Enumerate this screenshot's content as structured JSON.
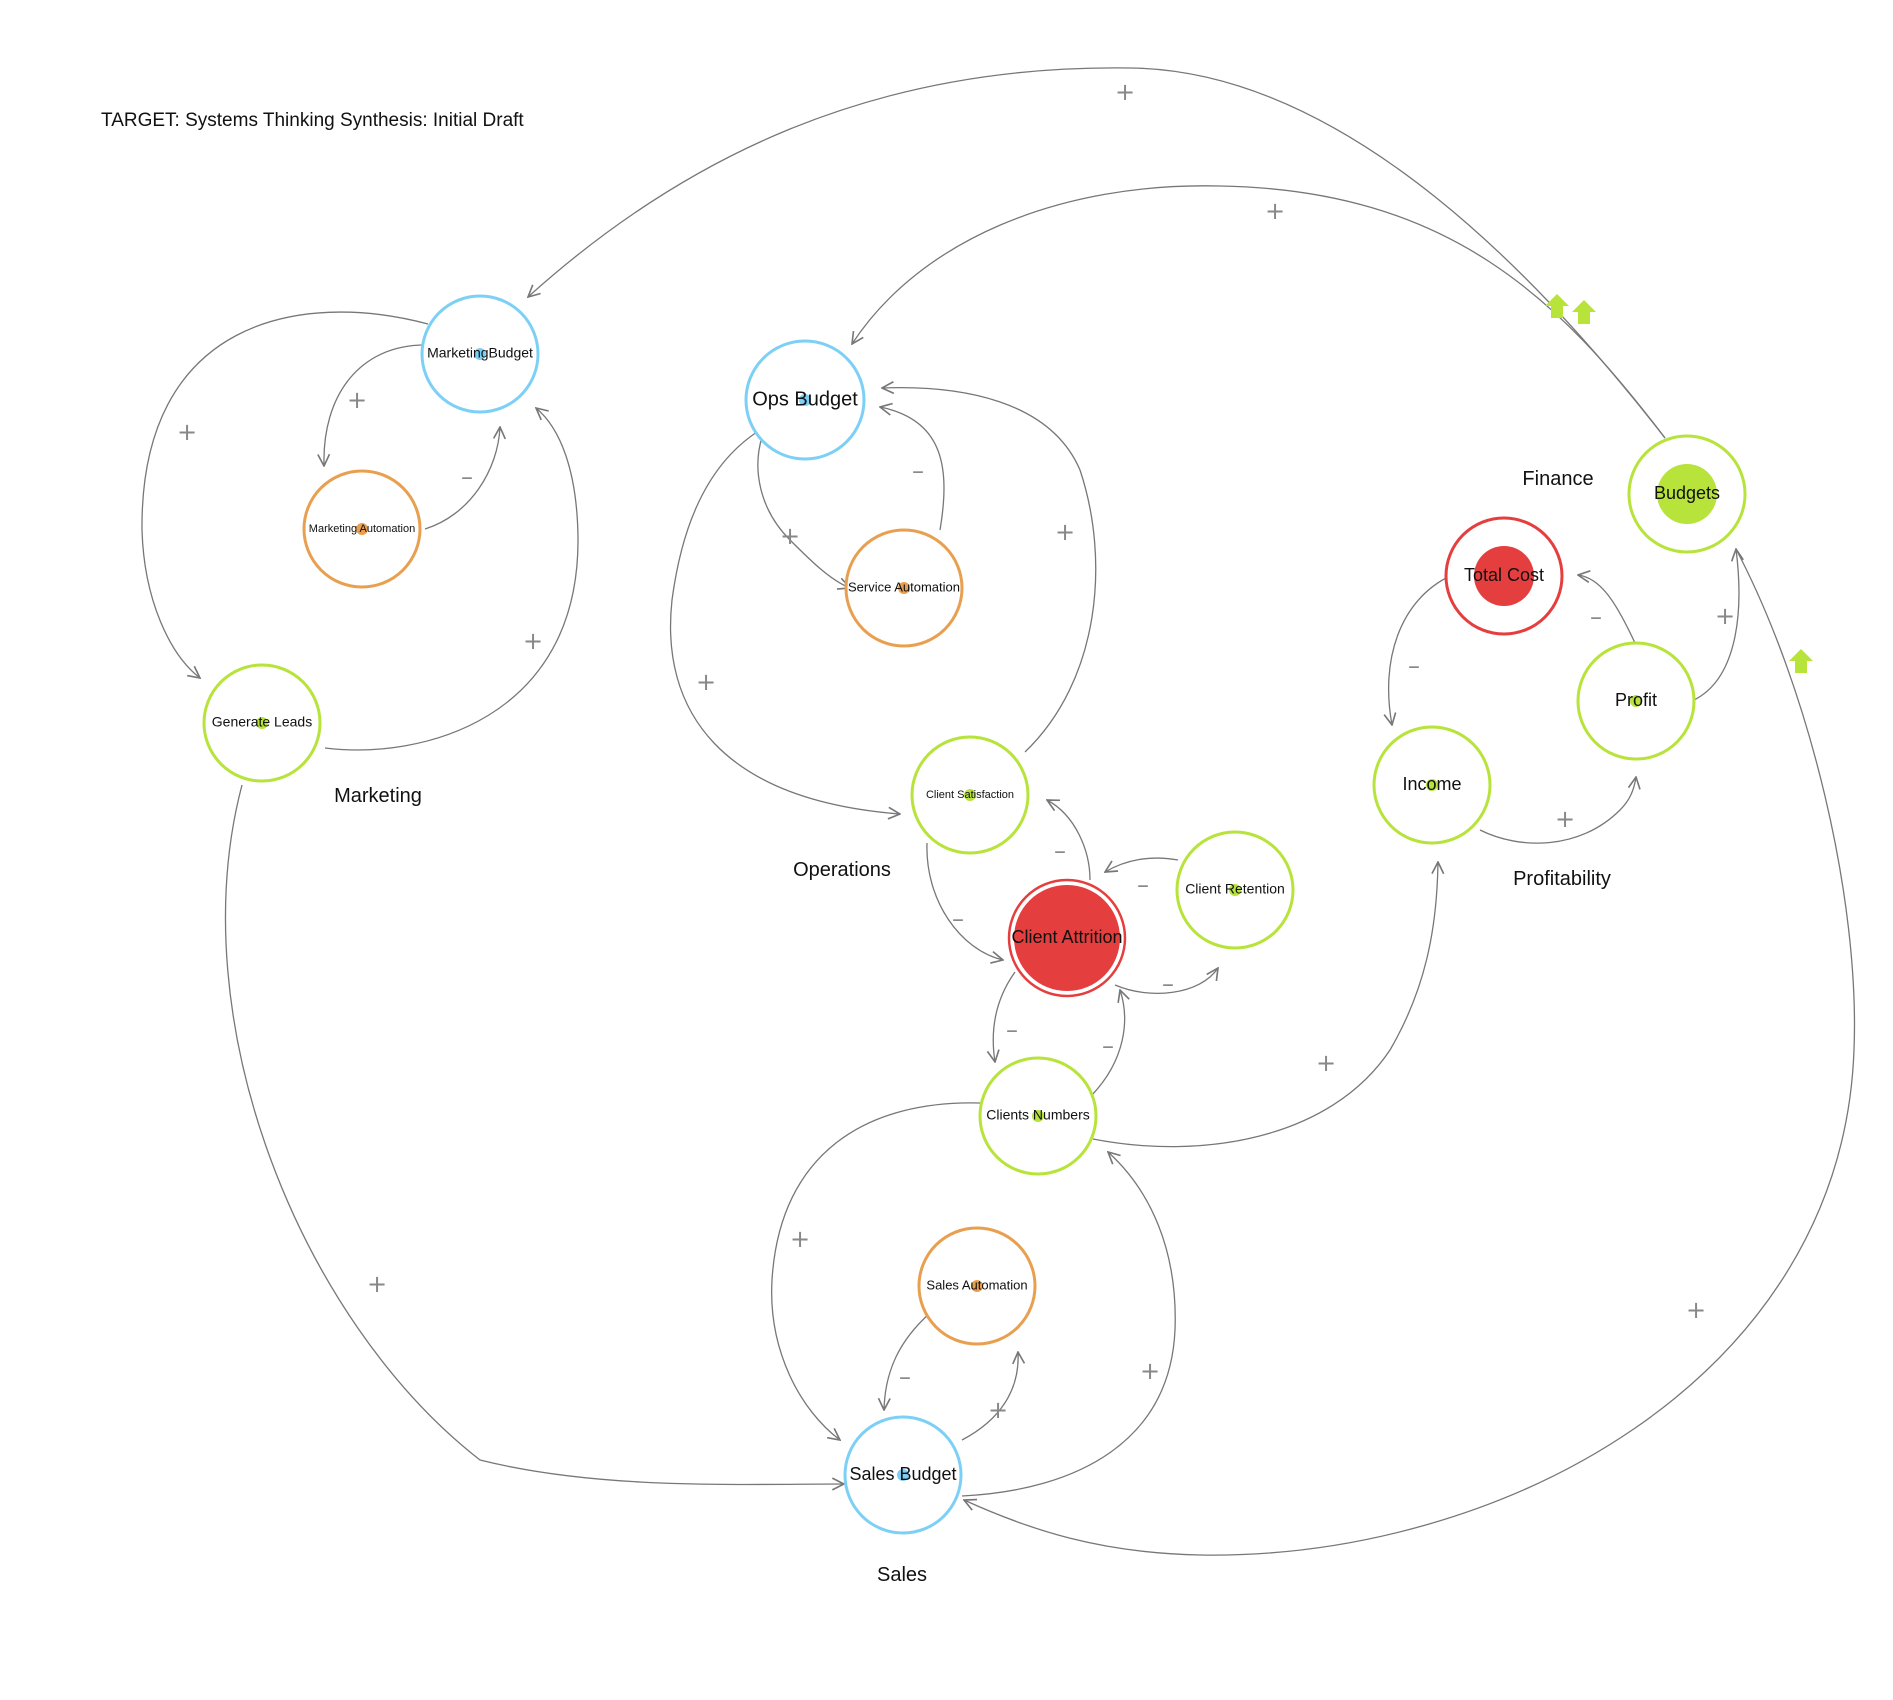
{
  "title": "TARGET: Systems Thinking Synthesis: Initial Draft",
  "colors": {
    "green": "#b7e33b",
    "blue": "#7dd0f5",
    "orange": "#e8a050",
    "red": "#e53e3e",
    "link": "#777777"
  },
  "groups": [
    {
      "id": "marketing",
      "label": "Marketing"
    },
    {
      "id": "operations",
      "label": "Operations"
    },
    {
      "id": "finance",
      "label": "Finance"
    },
    {
      "id": "profitability",
      "label": "Profitability"
    },
    {
      "id": "sales",
      "label": "Sales"
    }
  ],
  "nodes": [
    {
      "id": "marketing-budget",
      "label": "MarketingBudget",
      "color": "blue",
      "style": "ring",
      "size": "small"
    },
    {
      "id": "marketing-automation",
      "label": "Marketing Automation",
      "color": "orange",
      "style": "ring",
      "size": "tiny"
    },
    {
      "id": "generate-leads",
      "label": "Generate Leads",
      "color": "green",
      "style": "ring",
      "size": "small"
    },
    {
      "id": "ops-budget",
      "label": "Ops Budget",
      "color": "blue",
      "style": "ring",
      "size": "large"
    },
    {
      "id": "service-automation",
      "label": "Service Automation",
      "color": "orange",
      "style": "ring",
      "size": "tiny"
    },
    {
      "id": "client-satisfaction",
      "label": "Client Satisfaction",
      "color": "green",
      "style": "ring",
      "size": "tiny"
    },
    {
      "id": "client-attrition",
      "label": "Client Attrition",
      "color": "red",
      "style": "filled",
      "size": "medium"
    },
    {
      "id": "client-retention",
      "label": "Client Retention",
      "color": "green",
      "style": "ring",
      "size": "small"
    },
    {
      "id": "clients-numbers",
      "label": "Clients Numbers",
      "color": "green",
      "style": "ring",
      "size": "small"
    },
    {
      "id": "sales-automation",
      "label": "Sales Automation",
      "color": "orange",
      "style": "ring",
      "size": "tiny"
    },
    {
      "id": "sales-budget",
      "label": "Sales Budget",
      "color": "blue",
      "style": "ring",
      "size": "medium"
    },
    {
      "id": "budgets",
      "label": "Budgets",
      "color": "green",
      "style": "ring-dot",
      "size": "medium"
    },
    {
      "id": "total-cost",
      "label": "Total Cost",
      "color": "red",
      "style": "ring-dot",
      "size": "medium"
    },
    {
      "id": "profit",
      "label": "Profit",
      "color": "green",
      "style": "ring",
      "size": "medium"
    },
    {
      "id": "income",
      "label": "Income",
      "color": "green",
      "style": "ring",
      "size": "medium"
    }
  ],
  "links": [
    {
      "from": "marketing-budget",
      "to": "marketing-automation",
      "polarity": "+"
    },
    {
      "from": "marketing-automation",
      "to": "marketing-budget",
      "polarity": "–"
    },
    {
      "from": "marketing-budget",
      "to": "generate-leads",
      "polarity": "+"
    },
    {
      "from": "generate-leads",
      "to": "marketing-budget",
      "polarity": "+"
    },
    {
      "from": "generate-leads",
      "to": "sales-budget",
      "polarity": "+"
    },
    {
      "from": "budgets",
      "to": "marketing-budget",
      "polarity": "+"
    },
    {
      "from": "budgets",
      "to": "ops-budget",
      "polarity": "+"
    },
    {
      "from": "ops-budget",
      "to": "service-automation",
      "polarity": "+"
    },
    {
      "from": "service-automation",
      "to": "ops-budget",
      "polarity": "–"
    },
    {
      "from": "ops-budget",
      "to": "client-satisfaction",
      "polarity": "+"
    },
    {
      "from": "client-satisfaction",
      "to": "ops-budget",
      "polarity": "+"
    },
    {
      "from": "client-satisfaction",
      "to": "client-attrition",
      "polarity": "–"
    },
    {
      "from": "client-attrition",
      "to": "client-satisfaction",
      "polarity": "–"
    },
    {
      "from": "client-retention",
      "to": "client-attrition",
      "polarity": "–"
    },
    {
      "from": "client-attrition",
      "to": "client-retention",
      "polarity": "–"
    },
    {
      "from": "client-attrition",
      "to": "clients-numbers",
      "polarity": "–"
    },
    {
      "from": "clients-numbers",
      "to": "client-attrition",
      "polarity": "–"
    },
    {
      "from": "clients-numbers",
      "to": "sales-budget",
      "polarity": "+"
    },
    {
      "from": "sales-budget",
      "to": "clients-numbers",
      "polarity": "+"
    },
    {
      "from": "sales-automation",
      "to": "sales-budget",
      "polarity": "–"
    },
    {
      "from": "sales-budget",
      "to": "sales-automation",
      "polarity": "+"
    },
    {
      "from": "clients-numbers",
      "to": "income",
      "polarity": "+"
    },
    {
      "from": "income",
      "to": "profit",
      "polarity": "+"
    },
    {
      "from": "profit",
      "to": "total-cost",
      "polarity": "–"
    },
    {
      "from": "total-cost",
      "to": "income",
      "polarity": "–"
    },
    {
      "from": "profit",
      "to": "budgets",
      "polarity": "+"
    },
    {
      "from": "budgets",
      "to": "sales-budget",
      "polarity": "+"
    }
  ],
  "markers": [
    {
      "name": "up-arrow-marker",
      "color": "green"
    },
    {
      "name": "up-arrow-marker",
      "color": "green"
    },
    {
      "name": "up-arrow-marker",
      "color": "green"
    }
  ]
}
